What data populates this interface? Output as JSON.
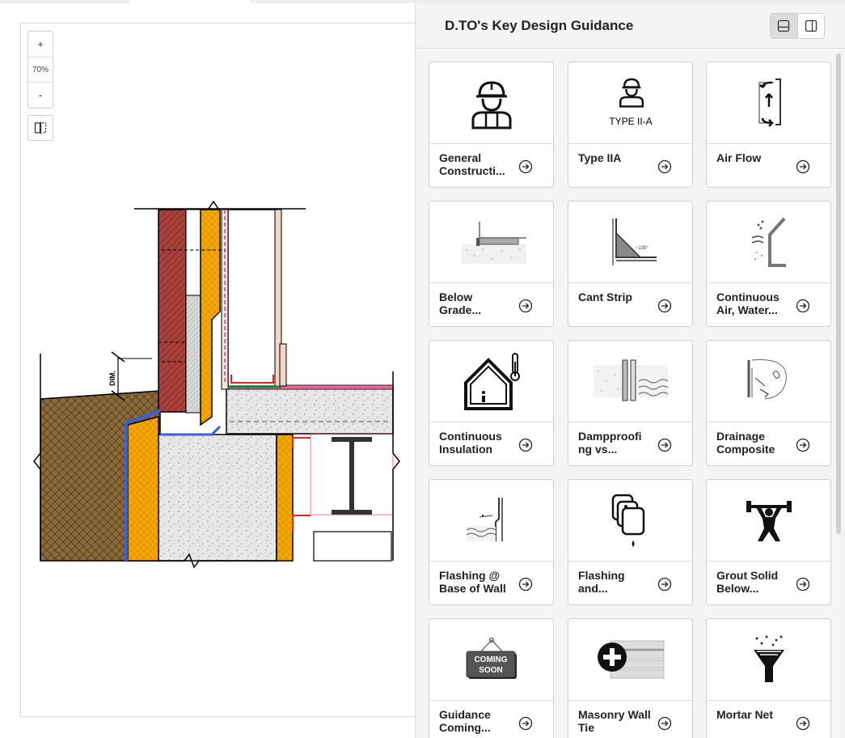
{
  "viewer": {
    "zoom_in_label": "+",
    "zoom_level": "70%",
    "zoom_out_label": "-",
    "drawing_label": "DIM."
  },
  "panel": {
    "title": "D.TO's Key Design Guidance",
    "cards": [
      {
        "label": "General Constructi...",
        "icon": "worker-hardhat-icon"
      },
      {
        "label": "Type IIA",
        "icon": "worker-type-iia-icon",
        "image_text": "TYPE II-A"
      },
      {
        "label": "Air Flow",
        "icon": "air-flow-icon"
      },
      {
        "label": "Below Grade...",
        "icon": "below-grade-insulation-icon"
      },
      {
        "label": "Cant Strip",
        "icon": "cant-strip-icon",
        "image_text": "~135°"
      },
      {
        "label": "Continuous Air, Water...",
        "icon": "continuous-barrier-icon"
      },
      {
        "label": "Continuous Insulation",
        "icon": "house-thermometer-icon"
      },
      {
        "label": "Dampproofi ng vs...",
        "icon": "dampproofing-icon"
      },
      {
        "label": "Drainage Composite",
        "icon": "drainage-composite-icon"
      },
      {
        "label": "Flashing @ Base of Wall",
        "icon": "flashing-base-wall-icon"
      },
      {
        "label": "Flashing and...",
        "icon": "flashing-tags-icon"
      },
      {
        "label": "Grout Solid Below...",
        "icon": "weightlifter-icon"
      },
      {
        "label": "Guidance Coming...",
        "icon": "coming-soon-sign-icon",
        "image_text": "COMING SOON"
      },
      {
        "label": "Masonry Wall Tie",
        "icon": "masonry-wall-tie-icon"
      },
      {
        "label": "Mortar Net",
        "icon": "mortar-net-funnel-icon"
      }
    ]
  },
  "colors": {
    "brick": "#a8413c",
    "insulation": "#f7a800",
    "earth": "#8a6a3a",
    "concrete": "#e6e6e6",
    "membrane_blue": "#3a5fd6",
    "flashing_red": "#e0202a"
  }
}
